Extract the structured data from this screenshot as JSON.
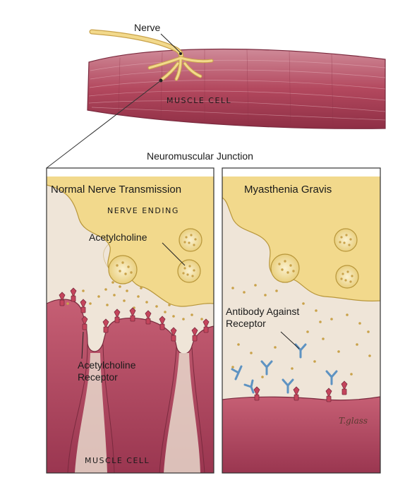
{
  "labels": {
    "nerve": "Nerve",
    "muscle_cell_top": "MUSCLE CELL",
    "junction_title": "Neuromuscular Junction",
    "left_panel_title": "Normal Nerve Transmission",
    "right_panel_title": "Myasthenia Gravis",
    "nerve_ending": "NERVE ENDING",
    "acetylcholine": "Acetylcholine",
    "receptor_line1": "Acetylcholine",
    "receptor_line2": "Receptor",
    "antibody_line1": "Antibody Against",
    "antibody_line2": "Receptor",
    "muscle_cell_bottom": "MUSCLE CELL",
    "signature": "T.glass"
  },
  "colors": {
    "muscle": "#b2435a",
    "muscle_light": "#d99aa6",
    "nerve": "#f0d688",
    "nerve_edge": "#b8963a",
    "cleft": "#efe6da",
    "receptor": "#c4455c",
    "antibody": "#6a9ec9",
    "outline": "#4a3a30"
  }
}
